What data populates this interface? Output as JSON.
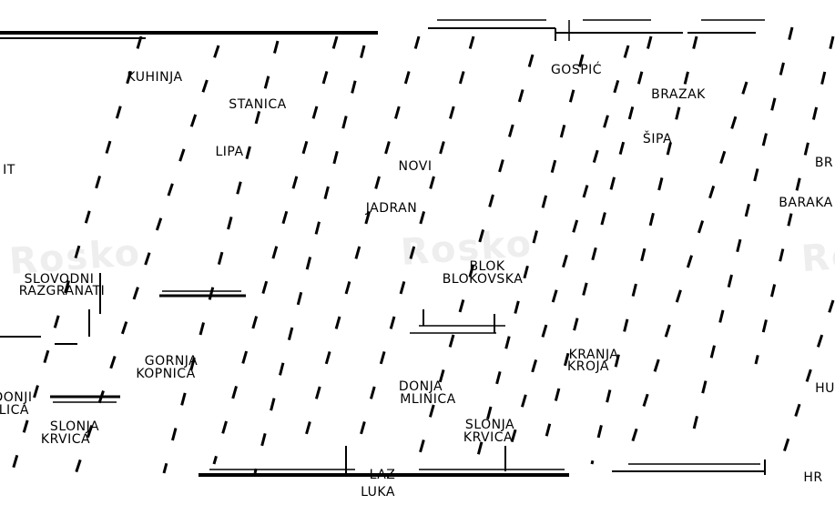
{
  "labels": {
    "kuhinja": "KUHINJA",
    "stanica": "STANICA",
    "lipa": "LIPA",
    "gospic": "GOSPIĆ",
    "brazak": "BRAZAK",
    "sipa": "ŠIPA",
    "novi": "NOVI",
    "jadran": "JADRAN",
    "bl_right_1": "BR",
    "bl_right_2": "BARAKA",
    "slovodni": "SLOVODNI",
    "razgranati": "RAZGRANATI",
    "blok_center": "BLOK",
    "blokovska": "BLOKOVSKA",
    "gornja": "GORNJA",
    "kopnica": "KOPNICA",
    "donja": "DONJA",
    "mlinica": "MLINICA",
    "donji_l": "DONJI",
    "ulica": "ULICA",
    "slonja": "SLONJA",
    "krvica": "KRVICA",
    "kranja": "KRANJA",
    "kroja": "KROJA",
    "bottom": "LAZ",
    "bottom2": "LUKA",
    "right_bottom": "HR",
    "right_edge": "HU",
    "left_edge": "IT"
  },
  "watermark": {
    "left": "Rosko",
    "center": "Rosko",
    "right": "Ro"
  },
  "colors": {
    "line": "#000000",
    "background": "#ffffff",
    "watermark": "#eeeeee"
  }
}
